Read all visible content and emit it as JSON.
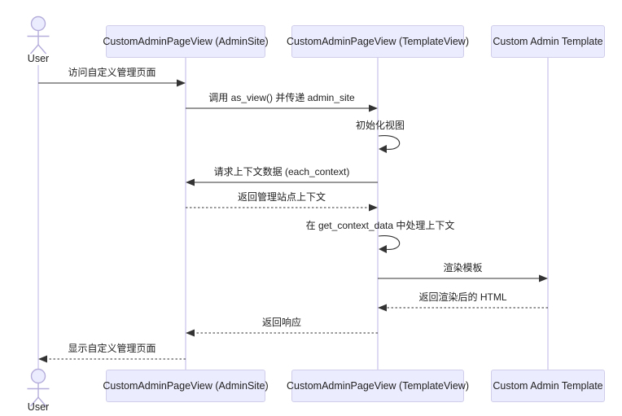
{
  "theme": {
    "participant_fill": "#ECECFF",
    "participant_border": "#CFCDEA",
    "lifeline_color": "#CCC6EE",
    "actor_stroke": "#B5AEDB",
    "arrow_color": "#333333",
    "text_color": "#1f1f1f",
    "background": "#ffffff"
  },
  "diagram": {
    "type": "sequence",
    "actors": [
      {
        "id": "user",
        "type": "actor",
        "label": "User"
      },
      {
        "id": "adminsite",
        "type": "participant",
        "label": "CustomAdminPageView (AdminSite)"
      },
      {
        "id": "templateview",
        "type": "participant",
        "label": "CustomAdminPageView (TemplateView)"
      },
      {
        "id": "template",
        "type": "participant",
        "label": "Custom Admin Template"
      }
    ],
    "messages": [
      {
        "from": "user",
        "to": "adminsite",
        "label": "访问自定义管理页面",
        "line": "solid",
        "self": false
      },
      {
        "from": "adminsite",
        "to": "templateview",
        "label": "调用 as_view() 并传递 admin_site",
        "line": "solid",
        "self": false
      },
      {
        "from": "templateview",
        "to": "templateview",
        "label": "初始化视图",
        "line": "solid",
        "self": true
      },
      {
        "from": "templateview",
        "to": "adminsite",
        "label": "请求上下文数据 (each_context)",
        "line": "solid",
        "self": false
      },
      {
        "from": "adminsite",
        "to": "templateview",
        "label": "返回管理站点上下文",
        "line": "dashed",
        "self": false
      },
      {
        "from": "templateview",
        "to": "templateview",
        "label": "在 get_context_data 中处理上下文",
        "line": "solid",
        "self": true
      },
      {
        "from": "templateview",
        "to": "template",
        "label": "渲染模板",
        "line": "solid",
        "self": false
      },
      {
        "from": "template",
        "to": "templateview",
        "label": "返回渲染后的 HTML",
        "line": "dashed",
        "self": false
      },
      {
        "from": "templateview",
        "to": "adminsite",
        "label": "返回响应",
        "line": "dashed",
        "self": false
      },
      {
        "from": "adminsite",
        "to": "user",
        "label": "显示自定义管理页面",
        "line": "dashed",
        "self": false
      }
    ]
  }
}
